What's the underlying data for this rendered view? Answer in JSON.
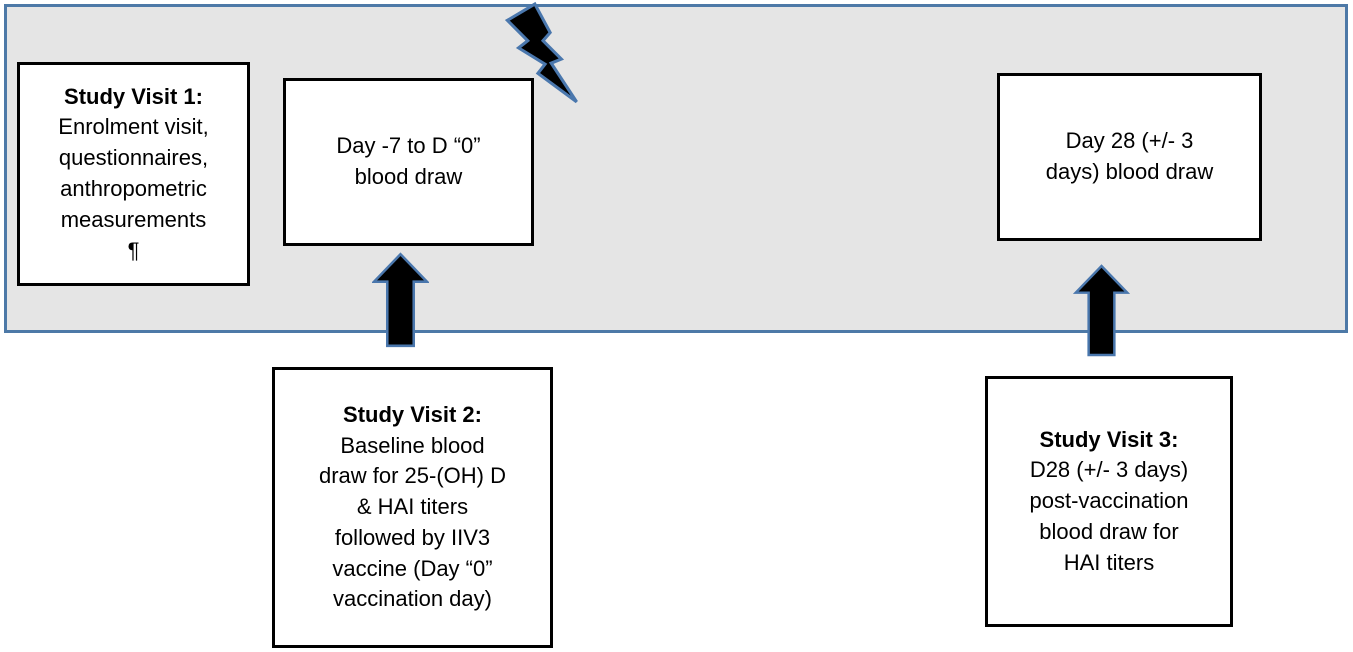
{
  "colors": {
    "band-fill": "#e5e5e5",
    "band-border": "#4d79a7",
    "shape-fill": "#000000",
    "shape-outline": "#4a77ad",
    "box-border": "#000000",
    "box-fill": "#ffffff",
    "text": "#000000"
  },
  "boxes": {
    "visit1": {
      "title": "Study Visit 1:",
      "lines": [
        "Enrolment visit,",
        "questionnaires,",
        "anthropometric",
        "measurements",
        "¶"
      ]
    },
    "day7": {
      "lines": [
        "Day -7 to D “0”",
        "blood draw"
      ]
    },
    "day28": {
      "lines": [
        "Day 28 (+/- 3",
        "days) blood draw"
      ]
    },
    "visit2": {
      "title": "Study Visit 2:",
      "lines": [
        "Baseline blood",
        "draw for 25-(OH) D",
        "& HAI titers",
        "followed by IIV3",
        "vaccine (Day “0”",
        "vaccination day)"
      ]
    },
    "visit3": {
      "title": "Study Visit 3:",
      "lines": [
        "D28 (+/- 3 days)",
        "post-vaccination",
        "blood draw for",
        "HAI titers"
      ]
    }
  },
  "icons": {
    "lightning": "lightning-bolt-icon",
    "arrow_visit2": "up-arrow-icon",
    "arrow_visit3": "up-arrow-icon"
  }
}
